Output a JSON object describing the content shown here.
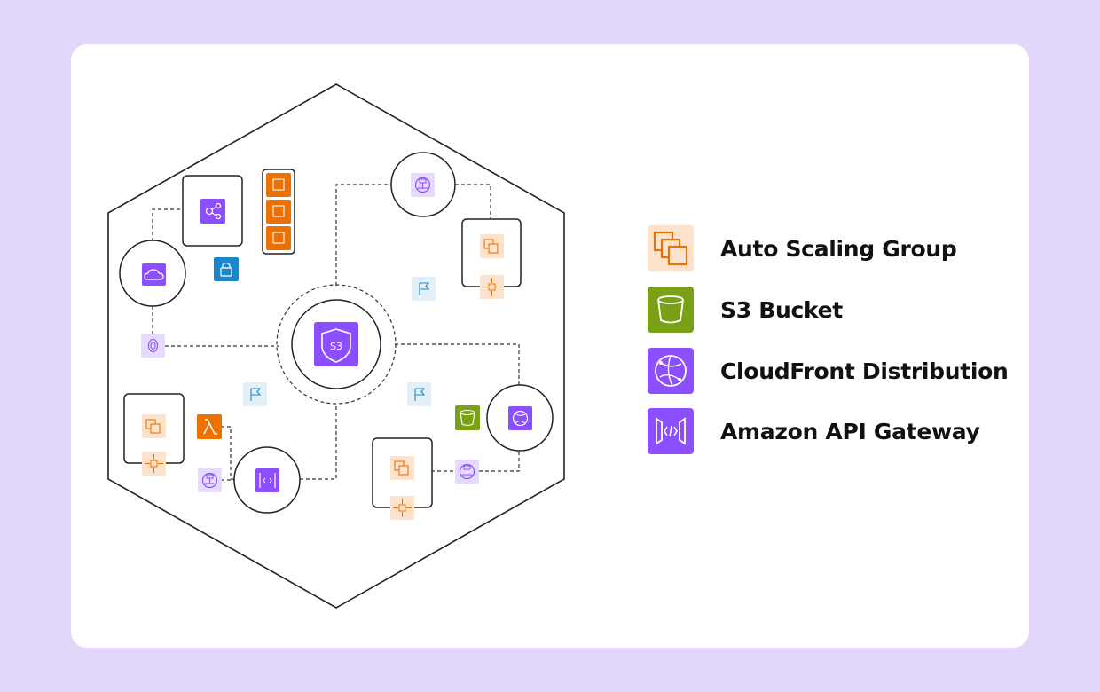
{
  "colors": {
    "background": "#e2d7fb",
    "card": "#ffffff",
    "orange": "#ed7100",
    "orange_light": "#fde3cc",
    "green": "#7aa116",
    "purple": "#8c4fff",
    "purple_light": "#e5dbff",
    "blue": "#1b87c9",
    "blue_light": "#e3f0f8",
    "line": "#222222"
  },
  "diagram": {
    "center_icon_label": "S3",
    "icons": [
      "s3-shield-icon",
      "event-hub-icon",
      "ec2-chip-icon",
      "cloud-icon",
      "lock-icon",
      "load-balancer-icon",
      "auto-scaling-icon",
      "scale-arrows-icon",
      "flag-icon",
      "lambda-icon",
      "api-gateway-icon",
      "s3-bucket-icon",
      "globe-icon",
      "fingerprint-icon"
    ]
  },
  "legend": {
    "items": [
      {
        "label": "Auto Scaling Group",
        "icon": "auto-scaling-group-icon"
      },
      {
        "label": "S3 Bucket",
        "icon": "s3-bucket-icon"
      },
      {
        "label": "CloudFront Distribution",
        "icon": "cloudfront-icon"
      },
      {
        "label": "Amazon API Gateway",
        "icon": "api-gateway-icon"
      }
    ]
  }
}
